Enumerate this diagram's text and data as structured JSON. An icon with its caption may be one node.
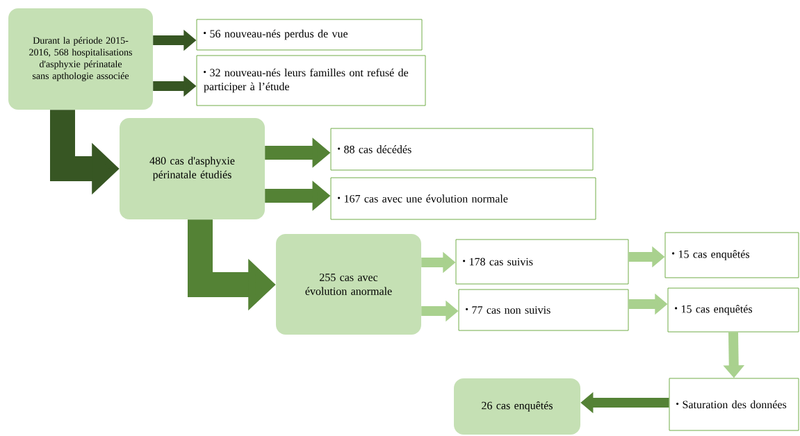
{
  "diagram": {
    "nodes": [
      {
        "text": [
          "Durant la période 2015-2016, 568 hospitalisations d'asphyxie périnatale sans apthologie associée"
        ]
      },
      {
        "text": [
          "56 nouveau-nés perdus de vue"
        ]
      },
      {
        "text": [
          "32 nouveau-nés leurs familles ont refusé de participer à l’étude"
        ]
      },
      {
        "text": [
          "480 cas d'asphyxie périnatale étudiés"
        ]
      },
      {
        "text": [
          "88 cas décédés"
        ]
      },
      {
        "text": [
          "167 cas avec une évolution normale"
        ]
      },
      {
        "text": [
          "255 cas avec évolution anormale"
        ]
      },
      {
        "text": [
          "178 cas suivis"
        ]
      },
      {
        "text": [
          "77 cas non suivis"
        ]
      },
      {
        "text": [
          "15 cas enquêtés"
        ]
      },
      {
        "text": [
          "15 cas enquêtés"
        ]
      },
      {
        "text": [
          "Saturation des données"
        ]
      },
      {
        "text": [
          "26 cas enquêtés"
        ]
      }
    ],
    "edges": [
      {
        "from": 0,
        "to": 1,
        "arrow": "to",
        "color": "#375623"
      },
      {
        "from": 0,
        "to": 2,
        "arrow": "to",
        "color": "#375623"
      },
      {
        "from": 0,
        "to": 3,
        "arrow": "to",
        "style": "thick",
        "color": "#375623"
      },
      {
        "from": 3,
        "to": 4,
        "arrow": "to",
        "color": "#548235"
      },
      {
        "from": 3,
        "to": 5,
        "arrow": "to",
        "color": "#548235"
      },
      {
        "from": 3,
        "to": 6,
        "arrow": "to",
        "style": "thick",
        "color": "#548235"
      },
      {
        "from": 6,
        "to": 7,
        "arrow": "to"
      },
      {
        "from": 6,
        "to": 8,
        "arrow": "to"
      },
      {
        "from": 7,
        "to": 9,
        "arrow": "to"
      },
      {
        "from": 8,
        "to": 10,
        "arrow": "to"
      },
      {
        "from": 10,
        "to": 11,
        "arrow": "to"
      },
      {
        "from": 11,
        "to": 12,
        "arrow": "to",
        "color": "#548235"
      }
    ]
  }
}
